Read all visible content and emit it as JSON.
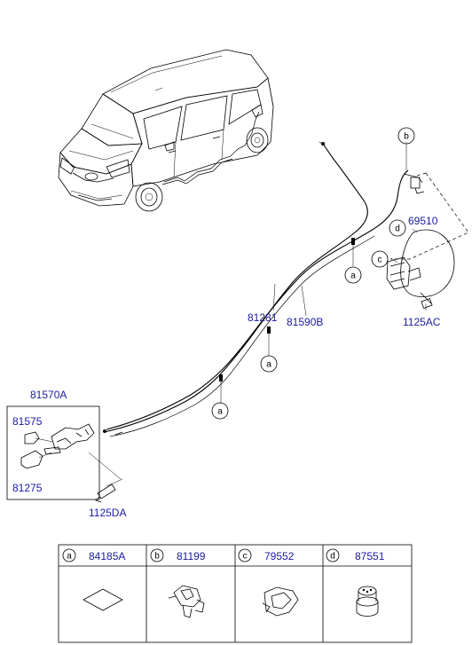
{
  "callouts": {
    "part_81570A": "81570A",
    "part_81575": "81575",
    "part_81275": "81275",
    "part_1125DA": "1125DA",
    "part_81281": "81281",
    "part_81590B": "81590B",
    "part_69510": "69510",
    "part_1125AC": "1125AC"
  },
  "markers": {
    "a": "a",
    "b": "b",
    "c": "c",
    "d": "d"
  },
  "legend_table": {
    "columns": [
      {
        "letter": "a",
        "part_no": "84185A",
        "icon": "pad-icon"
      },
      {
        "letter": "b",
        "part_no": "81199",
        "icon": "cable-clip-icon"
      },
      {
        "letter": "c",
        "part_no": "79552",
        "icon": "clip-icon"
      },
      {
        "letter": "d",
        "part_no": "87551",
        "icon": "plug-icon"
      }
    ]
  }
}
